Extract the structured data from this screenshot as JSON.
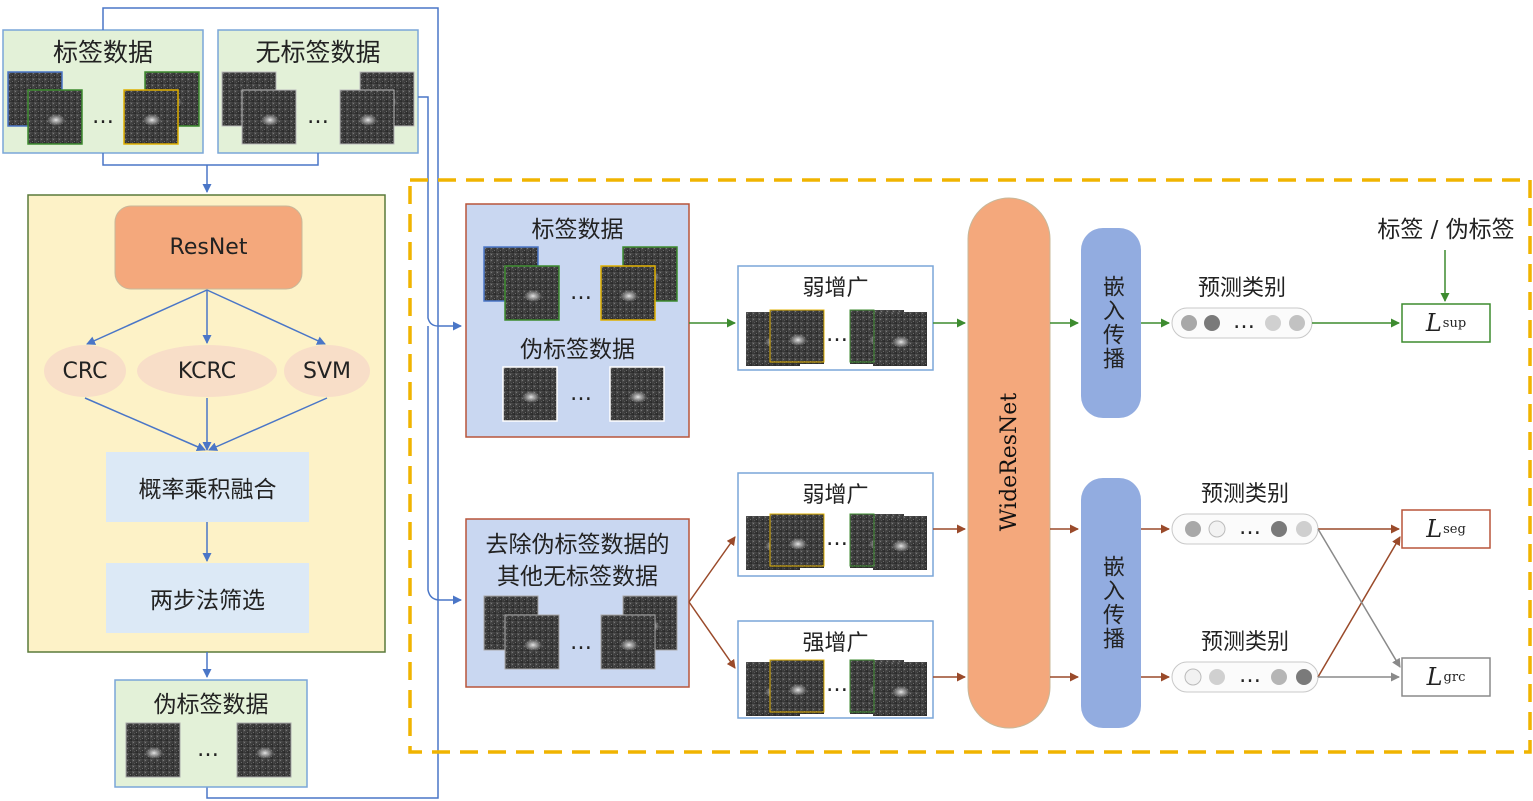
{
  "labeled_data": "标签数据",
  "unlabeled_data": "无标签数据",
  "resnet": "ResNet",
  "classifiers": [
    "CRC",
    "KCRC",
    "SVM"
  ],
  "fusion": "概率乘积融合",
  "two_step": "两步法筛选",
  "pseudo_label_data": "伪标签数据",
  "group1": {
    "labeled": "标签数据",
    "pseudo": "伪标签数据"
  },
  "group2": {
    "line1": "去除伪标签数据的",
    "line2": "其他无标签数据"
  },
  "weak_aug": "弱增广",
  "strong_aug": "强增广",
  "wideresnet": "WideResNet",
  "embed_prop": "嵌入传播",
  "pred_class": "预测类别",
  "label_pseudo": "标签 / 伪标签",
  "ellipsis": "…",
  "loss": {
    "symbol": "L",
    "sup": "sup",
    "seg": "seg",
    "grc": "grc"
  },
  "colors": {
    "dashed_frame": "#f0b400",
    "blue_line": "#4a76c7",
    "green_line": "#3d8b2f",
    "brown_line": "#9a4a2a",
    "gray_line": "#8a8a8a",
    "resnet_fill": "#f4a87c",
    "box_blue": "#c9d7f1",
    "box_green": "#e3f1d8",
    "panel_yellow": "#fdf2c7"
  }
}
